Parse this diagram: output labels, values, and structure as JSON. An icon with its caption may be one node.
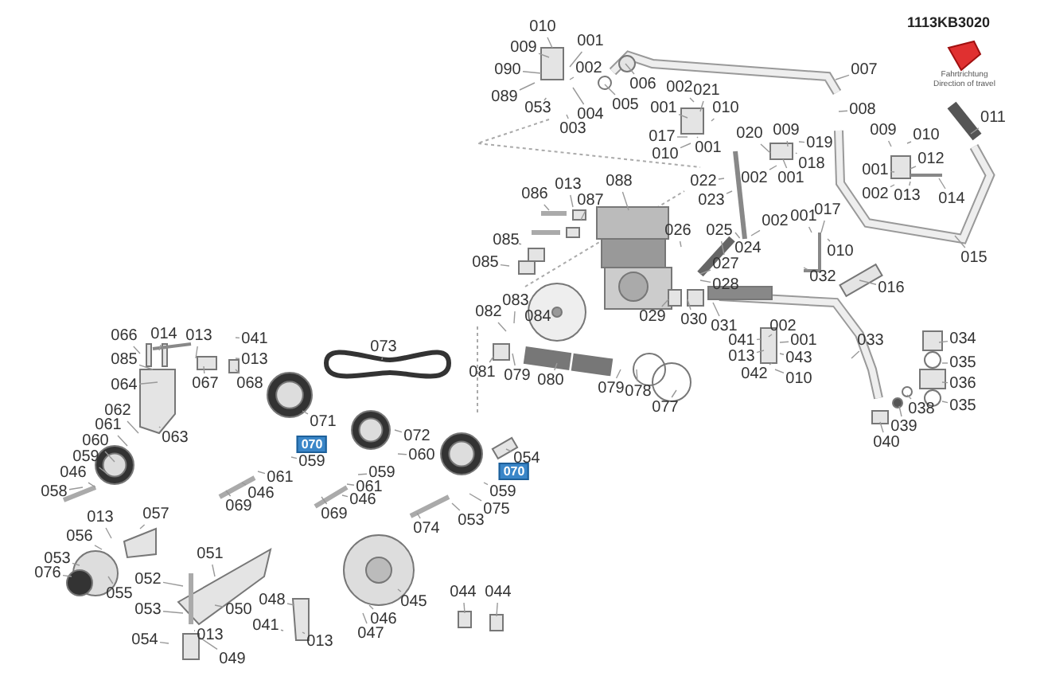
{
  "diagram": {
    "labels": [
      "1113KB3020",
      "Fahrtrichtung",
      "Direction of travel",
      "010",
      "009",
      "001",
      "090",
      "002",
      "089",
      "006",
      "053",
      "004",
      "005",
      "003",
      "007",
      "002",
      "021",
      "001",
      "010",
      "008",
      "011",
      "017",
      "020",
      "009",
      "019",
      "009",
      "010",
      "010",
      "001",
      "018",
      "001",
      "012",
      "001",
      "022",
      "002",
      "002",
      "013",
      "014",
      "013",
      "086",
      "087",
      "088",
      "023",
      "002",
      "001",
      "017",
      "085",
      "085",
      "026",
      "025",
      "024",
      "010",
      "027",
      "028",
      "032",
      "016",
      "015",
      "082",
      "083",
      "084",
      "029",
      "030",
      "031",
      "002",
      "041",
      "001",
      "013",
      "043",
      "042",
      "010",
      "033",
      "034",
      "035",
      "036",
      "038",
      "035",
      "039",
      "040",
      "081",
      "079",
      "080",
      "079",
      "078",
      "077",
      "066",
      "014",
      "013",
      "041",
      "085",
      "013",
      "064",
      "067",
      "068",
      "073",
      "062",
      "061",
      "060",
      "063",
      "071",
      "072",
      "059",
      "060",
      "059",
      "046",
      "054",
      "059",
      "058",
      "061",
      "059",
      "061",
      "075",
      "046",
      "046",
      "053",
      "069",
      "069",
      "074",
      "013",
      "057",
      "056",
      "053",
      "051",
      "076",
      "055",
      "052",
      "053",
      "050",
      "048",
      "045",
      "044",
      "044",
      "041",
      "013",
      "013",
      "046",
      "054",
      "047",
      "049",
      "070",
      "070"
    ]
  }
}
